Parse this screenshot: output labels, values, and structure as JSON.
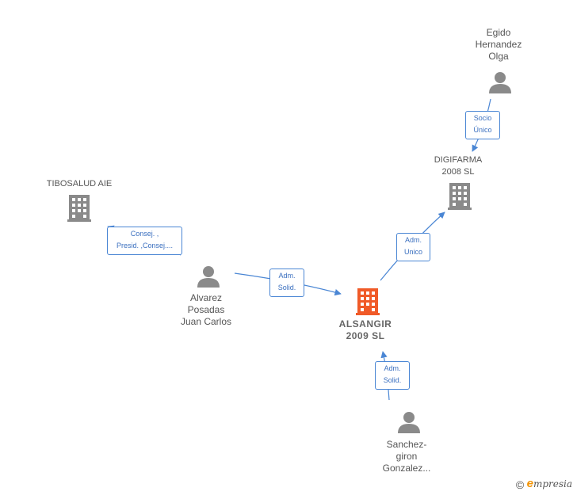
{
  "nodes": {
    "egido": {
      "label": "Egido\nHernandez\nOlga",
      "icon": "person-icon"
    },
    "digifarma": {
      "label": "DIGIFARMA\n2008 SL",
      "icon": "building-icon"
    },
    "tibosalud": {
      "label": "TIBOSALUD AIE",
      "icon": "building-icon"
    },
    "alvarez": {
      "label": "Alvarez\nPosadas\nJuan Carlos",
      "icon": "person-icon"
    },
    "alsangir": {
      "label": "ALSANGIR\n2009 SL",
      "icon": "building-icon",
      "color": "#f05a28"
    },
    "sanchez": {
      "label": "Sanchez-\ngiron\nGonzalez...",
      "icon": "person-icon"
    }
  },
  "relations": {
    "socio_unico": "Socio\nÚnico",
    "adm_unico": "Adm.\nUnico",
    "consej": "Consej. ,\nPresid. ,Consej....",
    "adm_solid_1": "Adm.\nSolid.",
    "adm_solid_2": "Adm.\nSolid."
  },
  "colors": {
    "edge": "#4a86d4",
    "node": "#8a8a8a",
    "focus": "#f05a28"
  },
  "brand": {
    "copyright": "©",
    "e": "e",
    "rest": "mpresia"
  }
}
